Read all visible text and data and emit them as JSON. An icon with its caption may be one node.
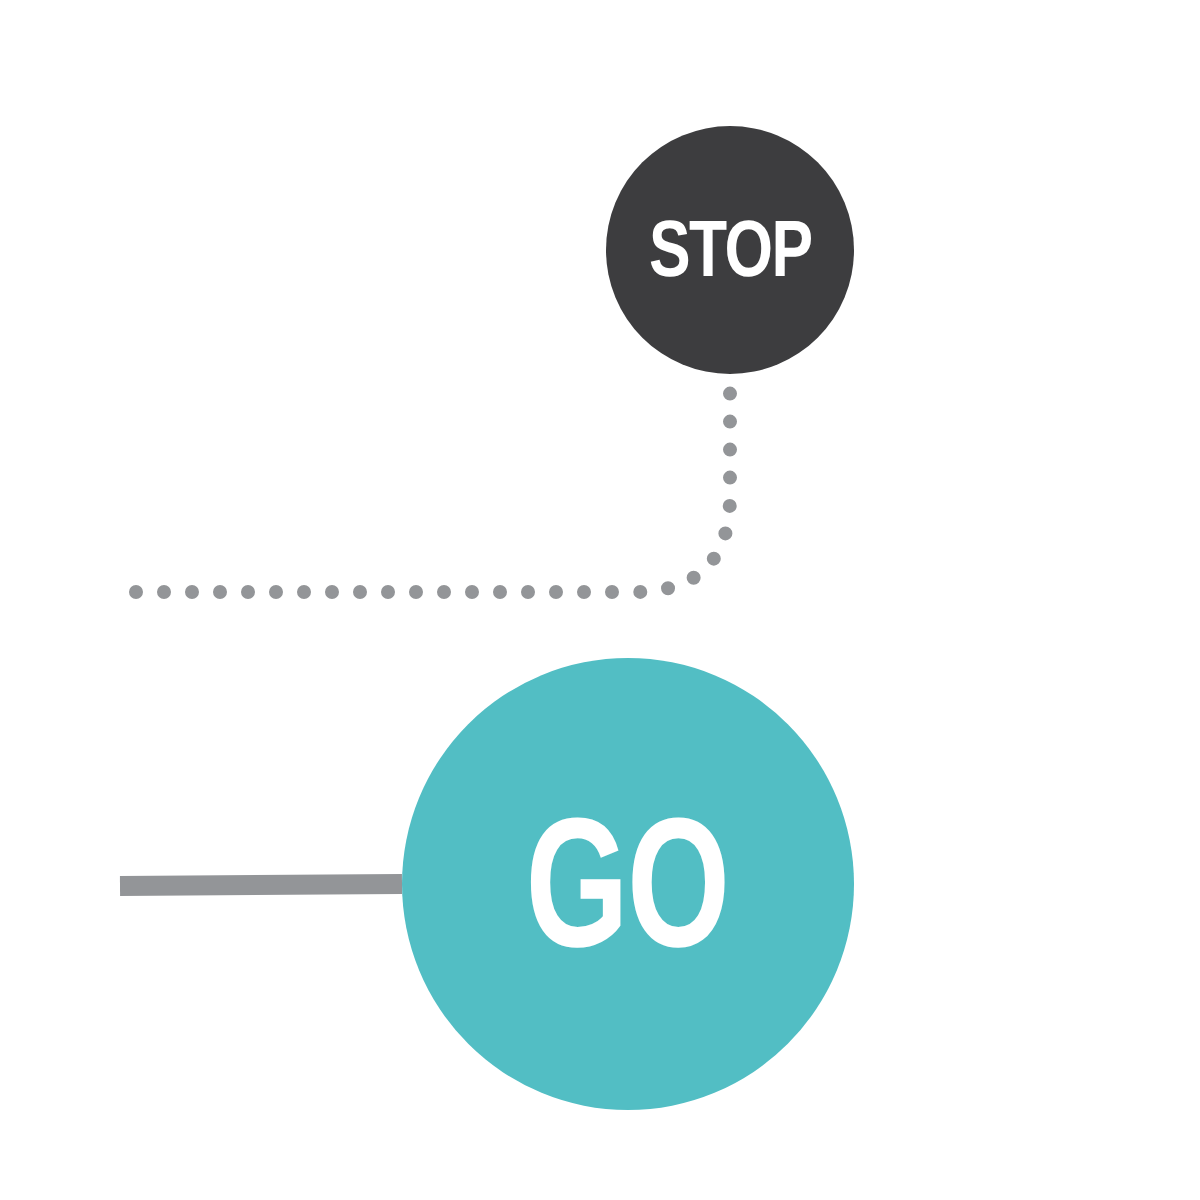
{
  "diagram": {
    "nodes": [
      {
        "text": [
          "STOP"
        ]
      },
      {
        "text": [
          "GO"
        ]
      }
    ],
    "edges": [
      {
        "from": null,
        "to": 0,
        "arrow": "none",
        "style": "dashed"
      },
      {
        "from": null,
        "to": 1,
        "arrow": "none"
      }
    ]
  }
}
